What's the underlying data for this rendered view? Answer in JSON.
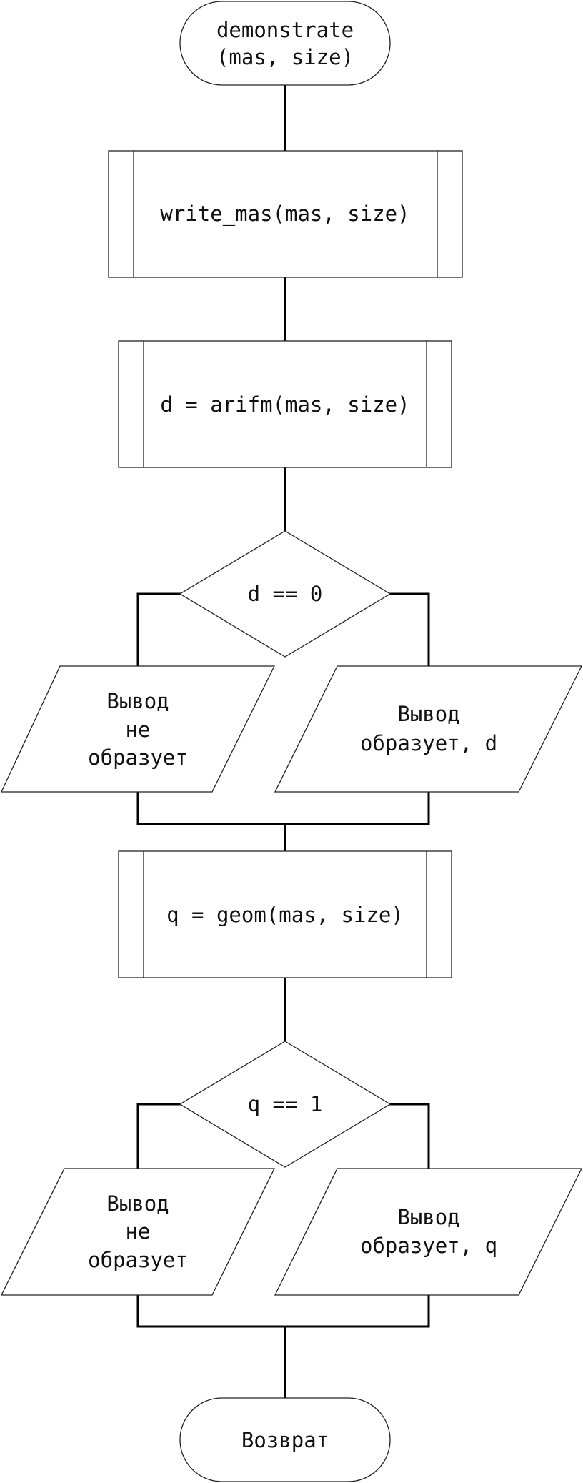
{
  "diagram": {
    "start": {
      "line1": "demonstrate",
      "line2": "(mas, size)"
    },
    "write_call": "write_mas(mas, size)",
    "arifm_call": "d = arifm(mas, size)",
    "decision_d": "d == 0",
    "out_d_left": {
      "line1": "Вывод",
      "line2": "не",
      "line3": "образует"
    },
    "out_d_right": {
      "line1": "Вывод",
      "line2": "образует, d"
    },
    "geom_call": "q = geom(mas, size)",
    "decision_q": "q == 1",
    "out_q_left": {
      "line1": "Вывод",
      "line2": "не",
      "line3": "образует"
    },
    "out_q_right": {
      "line1": "Вывод",
      "line2": "образует, q"
    },
    "end": "Возврат"
  }
}
